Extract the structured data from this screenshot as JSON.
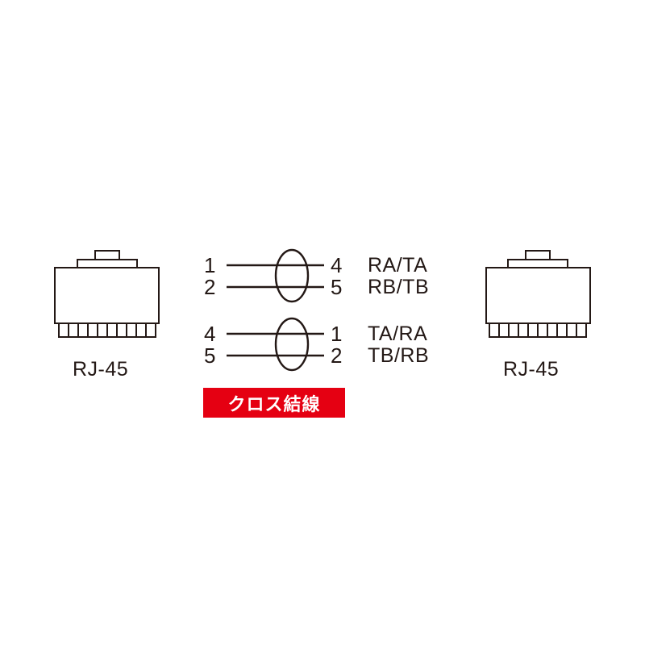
{
  "diagram": {
    "left_connector": {
      "label": "RJ-45",
      "icon": "rj45-connector-icon"
    },
    "right_connector": {
      "label": "RJ-45",
      "icon": "rj45-connector-icon"
    },
    "pairs": [
      {
        "rows": [
          {
            "left_pin": "1",
            "right_pin": "4",
            "signal": "RA/TA"
          },
          {
            "left_pin": "2",
            "right_pin": "5",
            "signal": "RB/TB"
          }
        ]
      },
      {
        "rows": [
          {
            "left_pin": "4",
            "right_pin": "1",
            "signal": "TA/RA"
          },
          {
            "left_pin": "5",
            "right_pin": "2",
            "signal": "TB/RB"
          }
        ]
      }
    ],
    "badge": {
      "label": "クロス結線",
      "color": "#e50012"
    },
    "line_color": "#231815"
  }
}
